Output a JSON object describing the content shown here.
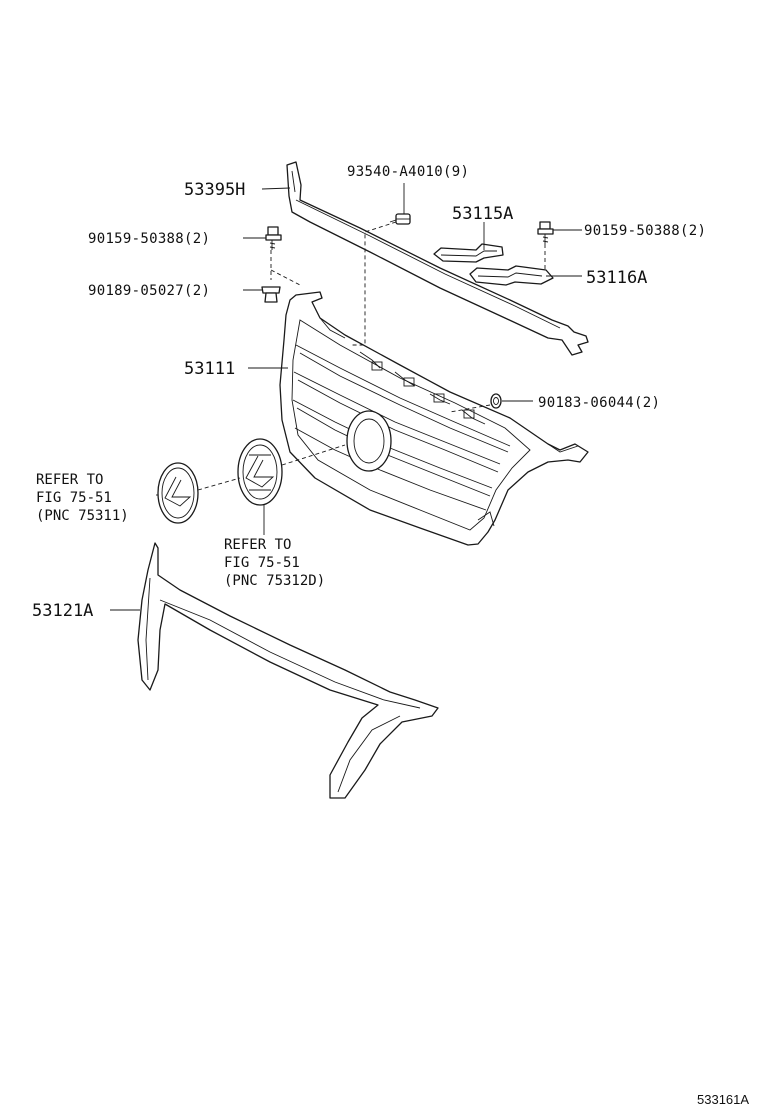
{
  "labels": {
    "p53395h": "53395H",
    "p93540": "93540-A4010(9)",
    "p53115a": "53115A",
    "p90159_a": "90159-50388(2)",
    "p90159_b": "90159-50388(2)",
    "p53116a": "53116A",
    "p90189": "90189-05027(2)",
    "p53111": "53111",
    "p90183": "90183-06044(2)",
    "p53121a": "53121A"
  },
  "refer_left": {
    "line1": "REFER TO",
    "line2": "FIG 75-51",
    "line3": "(PNC 75311)"
  },
  "refer_center": {
    "line1": "REFER TO",
    "line2": "FIG 75-51",
    "line3": "(PNC 75312D)"
  },
  "figure_id": "533161A"
}
